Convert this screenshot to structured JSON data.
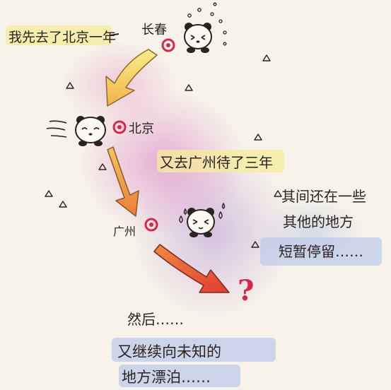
{
  "notes": {
    "first_year": "我先去了北京一年",
    "changchun": "长春",
    "beijing": "北京",
    "guangzhou_stay": "又去广州待了三年",
    "guangzhou": "广州",
    "other_places_1": "其间还在一些",
    "other_places_2": "其他的地方",
    "other_places_3": "短暂停留……",
    "then": "然后……",
    "unknown_1": "又继续向未知的",
    "unknown_2": "地方漂泊……",
    "question_mark": "?"
  },
  "colors": {
    "arrow_top": "#f4e96a",
    "arrow_mid": "#f3a04a",
    "arrow_bottom": "#e8453a",
    "location_ring": "#d8284a",
    "highlight_yellow": "#f6ec9a",
    "highlight_blue": "#b9c6ea"
  },
  "icons": [
    "panda-head-icon",
    "location-ring-icon",
    "triangle-doodle-icon",
    "question-mark-icon"
  ]
}
